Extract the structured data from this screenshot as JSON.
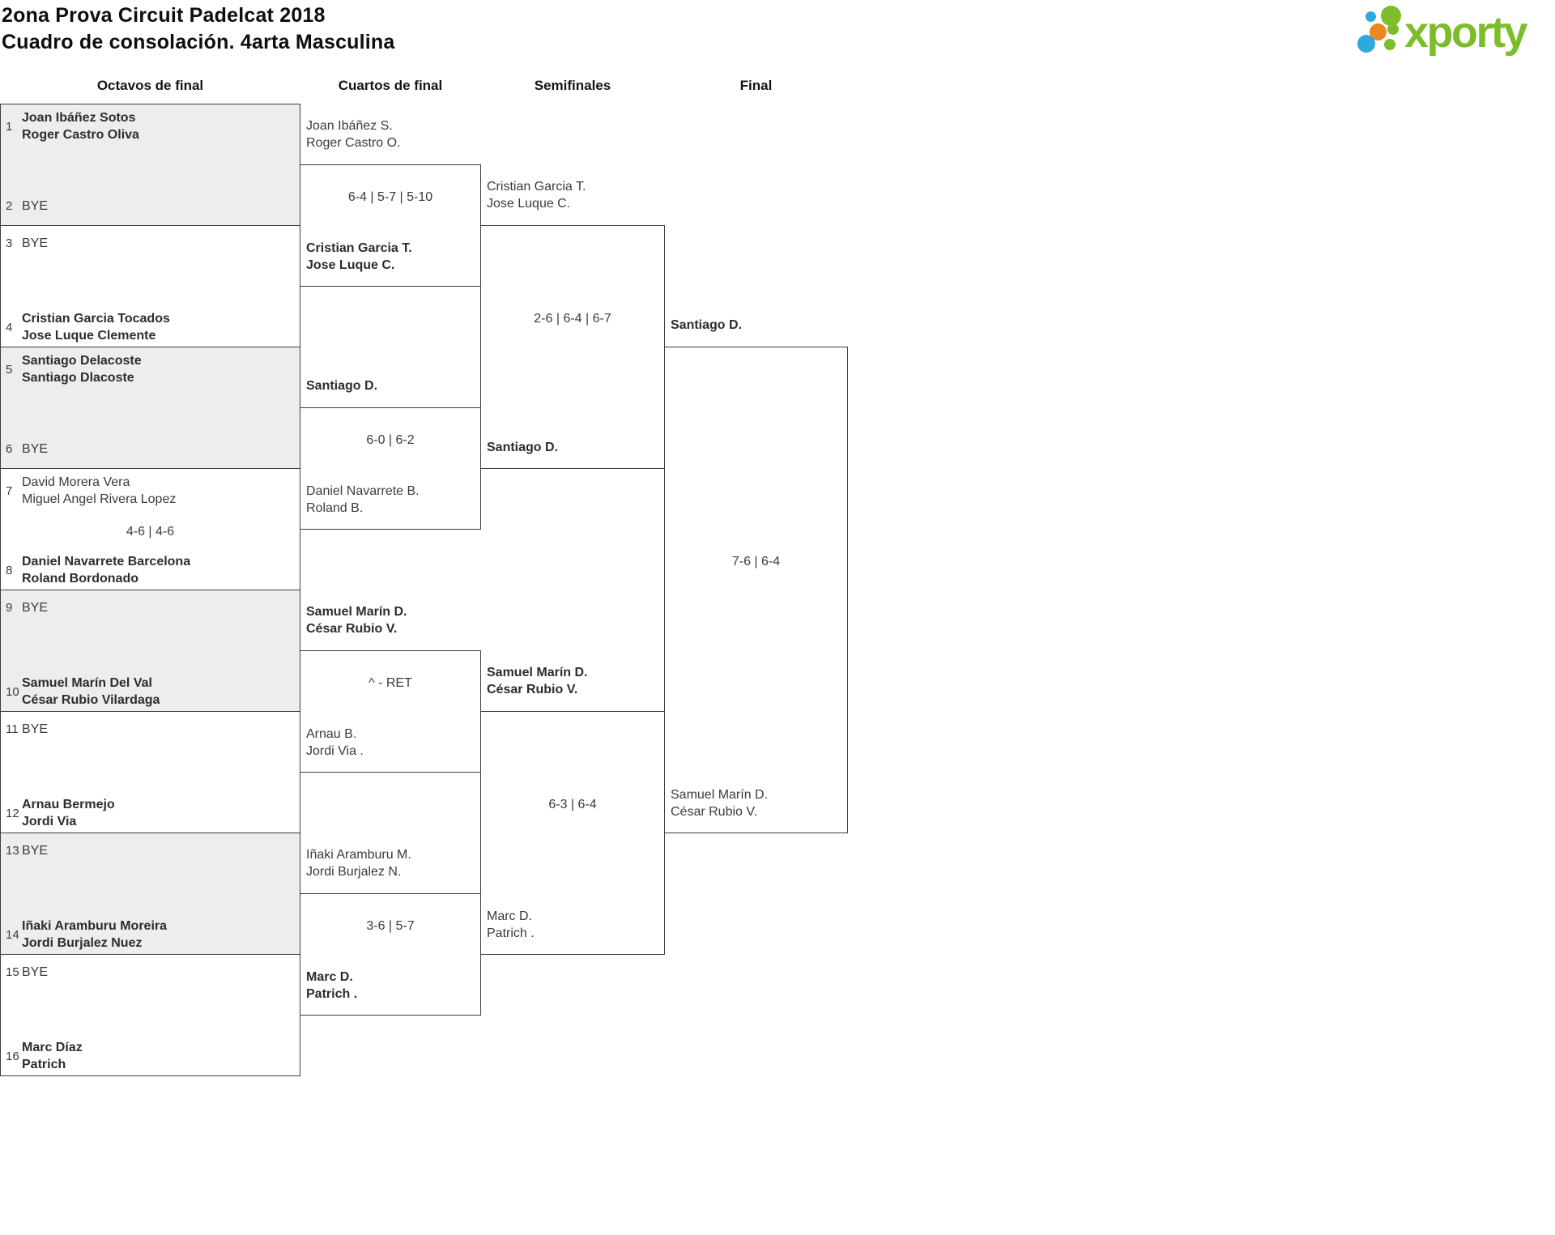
{
  "header": {
    "title_line1": "2ona Prova Circuit Padelcat 2018",
    "title_line2": "Cuadro de consolación. 4arta Masculina",
    "logo_text": "xporty",
    "logo_colors": {
      "green": "#7cbd2b",
      "blue": "#2ea9e0",
      "orange": "#ec8721"
    }
  },
  "columns": [
    "Octavos de final",
    "Cuartos de final",
    "Semifinales",
    "Final"
  ],
  "bracket": {
    "round16": [
      {
        "shaded": true,
        "p1": {
          "seed": "1",
          "lines": [
            "Joan Ibáñez Sotos",
            "Roger Castro Oliva"
          ],
          "bold": true
        },
        "p2": {
          "seed": "2",
          "lines": [
            "BYE"
          ],
          "bold": false
        },
        "score": ""
      },
      {
        "shaded": false,
        "p1": {
          "seed": "3",
          "lines": [
            "BYE"
          ],
          "bold": false
        },
        "p2": {
          "seed": "4",
          "lines": [
            "Cristian Garcia Tocados",
            "Jose Luque Clemente"
          ],
          "bold": true
        },
        "score": ""
      },
      {
        "shaded": true,
        "p1": {
          "seed": "5",
          "lines": [
            "Santiago Delacoste",
            "Santiago Dlacoste"
          ],
          "bold": true
        },
        "p2": {
          "seed": "6",
          "lines": [
            "BYE"
          ],
          "bold": false
        },
        "score": ""
      },
      {
        "shaded": false,
        "p1": {
          "seed": "7",
          "lines": [
            "David Morera Vera",
            "Miguel Angel Rivera Lopez"
          ],
          "bold": false
        },
        "p2": {
          "seed": "8",
          "lines": [
            "Daniel Navarrete Barcelona",
            "Roland Bordonado"
          ],
          "bold": true
        },
        "score": "4-6 | 4-6"
      },
      {
        "shaded": true,
        "p1": {
          "seed": "9",
          "lines": [
            "BYE"
          ],
          "bold": false
        },
        "p2": {
          "seed": "10",
          "lines": [
            "Samuel Marín Del Val",
            "César Rubio Vilardaga"
          ],
          "bold": true
        },
        "score": ""
      },
      {
        "shaded": false,
        "p1": {
          "seed": "11",
          "lines": [
            "BYE"
          ],
          "bold": false
        },
        "p2": {
          "seed": "12",
          "lines": [
            "Arnau Bermejo",
            "Jordi Via"
          ],
          "bold": true
        },
        "score": ""
      },
      {
        "shaded": true,
        "p1": {
          "seed": "13",
          "lines": [
            "BYE"
          ],
          "bold": false
        },
        "p2": {
          "seed": "14",
          "lines": [
            "Iñaki Aramburu Moreira",
            "Jordi Burjalez Nuez"
          ],
          "bold": true
        },
        "score": ""
      },
      {
        "shaded": false,
        "p1": {
          "seed": "15",
          "lines": [
            "BYE"
          ],
          "bold": false
        },
        "p2": {
          "seed": "16",
          "lines": [
            "Marc Díaz",
            "Patrich"
          ],
          "bold": true
        },
        "score": ""
      }
    ],
    "quarterfinals": [
      {
        "p1": {
          "lines": [
            "Joan Ibáñez S.",
            "Roger Castro O."
          ],
          "bold": false
        },
        "p2": {
          "lines": [
            "Cristian Garcia T.",
            "Jose Luque C."
          ],
          "bold": true
        },
        "score": "6-4 | 5-7 | 5-10"
      },
      {
        "p1": {
          "lines": [
            "Santiago D."
          ],
          "bold": true
        },
        "p2": {
          "lines": [
            "Daniel Navarrete B.",
            "Roland B."
          ],
          "bold": false
        },
        "score": "6-0 | 6-2"
      },
      {
        "p1": {
          "lines": [
            "Samuel Marín D.",
            "César Rubio V."
          ],
          "bold": true
        },
        "p2": {
          "lines": [
            "Arnau B.",
            "Jordi Via ."
          ],
          "bold": false
        },
        "score": "^ - RET"
      },
      {
        "p1": {
          "lines": [
            "Iñaki Aramburu M.",
            "Jordi Burjalez N."
          ],
          "bold": false
        },
        "p2": {
          "lines": [
            "Marc D.",
            "Patrich ."
          ],
          "bold": true
        },
        "score": "3-6 | 5-7"
      }
    ],
    "semifinals": [
      {
        "p1": {
          "lines": [
            "Cristian Garcia T.",
            "Jose Luque C."
          ],
          "bold": false
        },
        "p2": {
          "lines": [
            "Santiago D."
          ],
          "bold": true
        },
        "score": "2-6 | 6-4 | 6-7"
      },
      {
        "p1": {
          "lines": [
            "Samuel Marín D.",
            "César Rubio V."
          ],
          "bold": true
        },
        "p2": {
          "lines": [
            "Marc D.",
            "Patrich ."
          ],
          "bold": false
        },
        "score": "6-3 | 6-4"
      }
    ],
    "final": [
      {
        "p1": {
          "lines": [
            "Santiago D."
          ],
          "bold": true
        },
        "p2": {
          "lines": [
            "Samuel Marín D.",
            "César Rubio V."
          ],
          "bold": false
        },
        "score": "7-6 | 6-4"
      }
    ]
  }
}
